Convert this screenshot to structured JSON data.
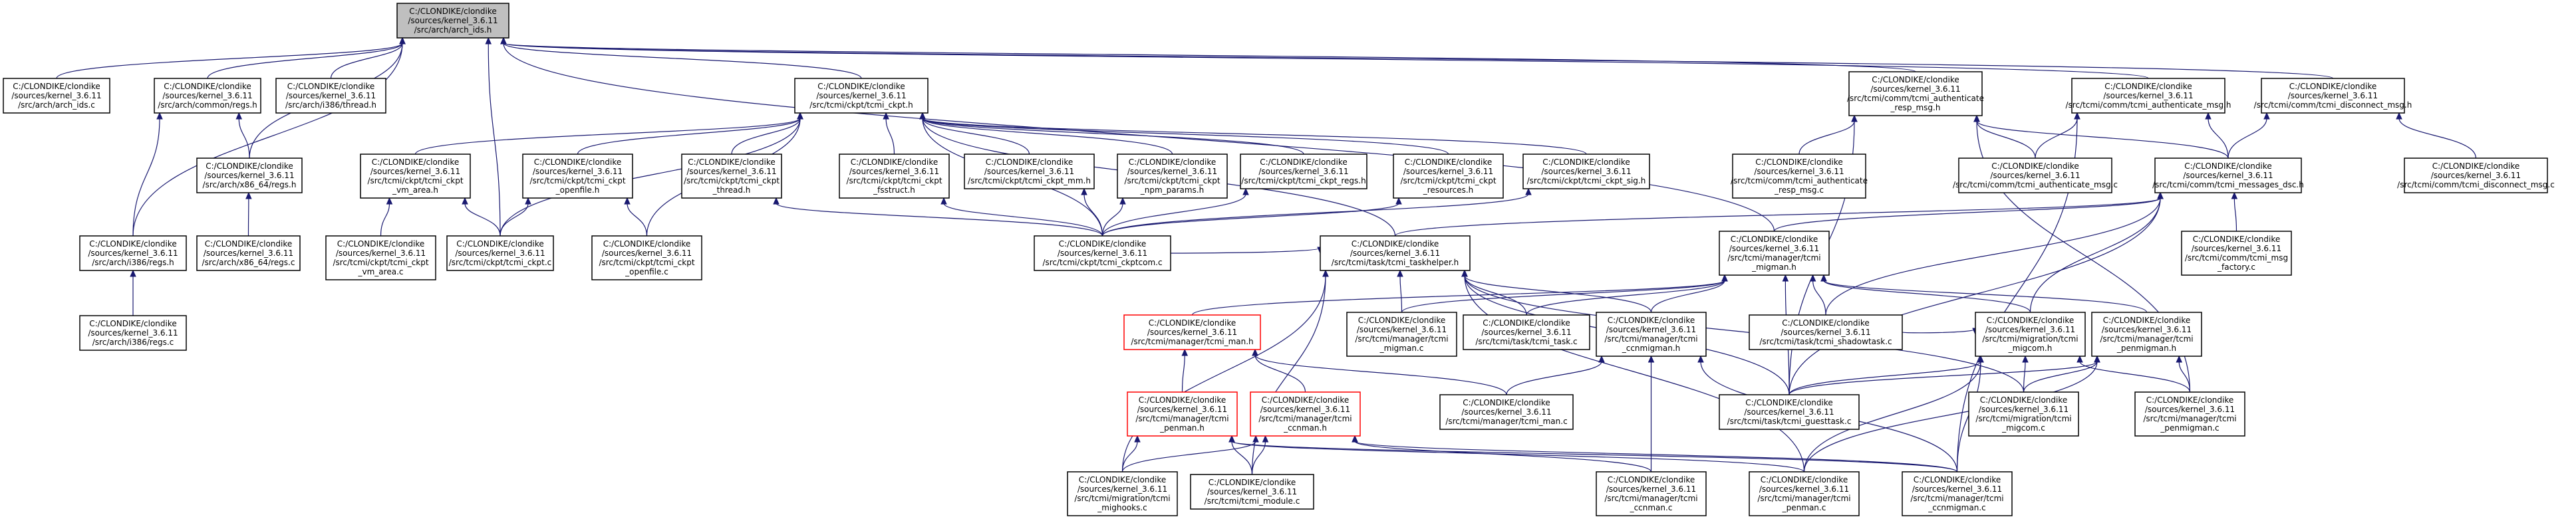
{
  "diagram": {
    "type": "include-dependency-graph",
    "colors": {
      "edge": "#191970",
      "root_fill": "#bfbfbf",
      "node_border": "#000000",
      "highlight_border": "#ff0000"
    },
    "nodes": [
      {
        "id": "arch_ids_h",
        "lines": [
          "C:/CLONDIKE/clondike",
          "/sources/kernel_3.6.11",
          "/src/arch/arch_ids.h"
        ],
        "root": true
      },
      {
        "id": "arch_ids_c",
        "lines": [
          "C:/CLONDIKE/clondike",
          "/sources/kernel_3.6.11",
          "/src/arch/arch_ids.c"
        ]
      },
      {
        "id": "common_regs_h",
        "lines": [
          "C:/CLONDIKE/clondike",
          "/sources/kernel_3.6.11",
          "/src/arch/common/regs.h"
        ]
      },
      {
        "id": "i386_thread_h",
        "lines": [
          "C:/CLONDIKE/clondike",
          "/sources/kernel_3.6.11",
          "/src/arch/i386/thread.h"
        ]
      },
      {
        "id": "tcmi_ckpt_h",
        "lines": [
          "C:/CLONDIKE/clondike",
          "/sources/kernel_3.6.11",
          "/src/tcmi/ckpt/tcmi_ckpt.h"
        ]
      },
      {
        "id": "auth_resp_h",
        "lines": [
          "C:/CLONDIKE/clondike",
          "/sources/kernel_3.6.11",
          "/src/tcmi/comm/tcmi_authenticate",
          "_resp_msg.h"
        ]
      },
      {
        "id": "auth_msg_h",
        "lines": [
          "C:/CLONDIKE/clondike",
          "/sources/kernel_3.6.11",
          "/src/tcmi/comm/tcmi_authenticate_msg.h"
        ]
      },
      {
        "id": "disconnect_h",
        "lines": [
          "C:/CLONDIKE/clondike",
          "/sources/kernel_3.6.11",
          "/src/tcmi/comm/tcmi_disconnect_msg.h"
        ]
      },
      {
        "id": "x86_64_regs_h",
        "lines": [
          "C:/CLONDIKE/clondike",
          "/sources/kernel_3.6.11",
          "/src/arch/x86_64/regs.h"
        ]
      },
      {
        "id": "vm_area_h",
        "lines": [
          "C:/CLONDIKE/clondike",
          "/sources/kernel_3.6.11",
          "/src/tcmi/ckpt/tcmi_ckpt",
          "_vm_area.h"
        ]
      },
      {
        "id": "openfile_h",
        "lines": [
          "C:/CLONDIKE/clondike",
          "/sources/kernel_3.6.11",
          "/src/tcmi/ckpt/tcmi_ckpt",
          "_openfile.h"
        ]
      },
      {
        "id": "ckpt_thread_h",
        "lines": [
          "C:/CLONDIKE/clondike",
          "/sources/kernel_3.6.11",
          "/src/tcmi/ckpt/tcmi_ckpt",
          "_thread.h"
        ]
      },
      {
        "id": "fsstruct_h",
        "lines": [
          "C:/CLONDIKE/clondike",
          "/sources/kernel_3.6.11",
          "/src/tcmi/ckpt/tcmi_ckpt",
          "_fsstruct.h"
        ]
      },
      {
        "id": "ckpt_mm_h",
        "lines": [
          "C:/CLONDIKE/clondike",
          "/sources/kernel_3.6.11",
          "/src/tcmi/ckpt/tcmi_ckpt_mm.h"
        ]
      },
      {
        "id": "npm_params_h",
        "lines": [
          "C:/CLONDIKE/clondike",
          "/sources/kernel_3.6.11",
          "/src/tcmi/ckpt/tcmi_ckpt",
          "_npm_params.h"
        ]
      },
      {
        "id": "ckpt_regs_h",
        "lines": [
          "C:/CLONDIKE/clondike",
          "/sources/kernel_3.6.11",
          "/src/tcmi/ckpt/tcmi_ckpt_regs.h"
        ]
      },
      {
        "id": "resources_h",
        "lines": [
          "C:/CLONDIKE/clondike",
          "/sources/kernel_3.6.11",
          "/src/tcmi/ckpt/tcmi_ckpt",
          "_resources.h"
        ]
      },
      {
        "id": "ckpt_sig_h",
        "lines": [
          "C:/CLONDIKE/clondike",
          "/sources/kernel_3.6.11",
          "/src/tcmi/ckpt/tcmi_ckpt_sig.h"
        ]
      },
      {
        "id": "auth_resp_c",
        "lines": [
          "C:/CLONDIKE/clondike",
          "/sources/kernel_3.6.11",
          "/src/tcmi/comm/tcmi_authenticate",
          "_resp_msg.c"
        ]
      },
      {
        "id": "auth_msg_c",
        "lines": [
          "C:/CLONDIKE/clondike",
          "/sources/kernel_3.6.11",
          "/src/tcmi/comm/tcmi_authenticate_msg.c"
        ]
      },
      {
        "id": "messages_dsc_h",
        "lines": [
          "C:/CLONDIKE/clondike",
          "/sources/kernel_3.6.11",
          "/src/tcmi/comm/tcmi_messages_dsc.h"
        ]
      },
      {
        "id": "disconnect_c",
        "lines": [
          "C:/CLONDIKE/clondike",
          "/sources/kernel_3.6.11",
          "/src/tcmi/comm/tcmi_disconnect_msg.c"
        ]
      },
      {
        "id": "i386_regs_h",
        "lines": [
          "C:/CLONDIKE/clondike",
          "/sources/kernel_3.6.11",
          "/src/arch/i386/regs.h"
        ]
      },
      {
        "id": "x86_64_regs_c",
        "lines": [
          "C:/CLONDIKE/clondike",
          "/sources/kernel_3.6.11",
          "/src/arch/x86_64/regs.c"
        ]
      },
      {
        "id": "vm_area_c",
        "lines": [
          "C:/CLONDIKE/clondike",
          "/sources/kernel_3.6.11",
          "/src/tcmi/ckpt/tcmi_ckpt",
          "_vm_area.c"
        ]
      },
      {
        "id": "tcmi_ckpt_c",
        "lines": [
          "C:/CLONDIKE/clondike",
          "/sources/kernel_3.6.11",
          "/src/tcmi/ckpt/tcmi_ckpt.c"
        ]
      },
      {
        "id": "openfile_c",
        "lines": [
          "C:/CLONDIKE/clondike",
          "/sources/kernel_3.6.11",
          "/src/tcmi/ckpt/tcmi_ckpt",
          "_openfile.c"
        ]
      },
      {
        "id": "ckptcom_c",
        "lines": [
          "C:/CLONDIKE/clondike",
          "/sources/kernel_3.6.11",
          "/src/tcmi/ckpt/tcmi_ckptcom.c"
        ]
      },
      {
        "id": "taskhelper_h",
        "lines": [
          "C:/CLONDIKE/clondike",
          "/sources/kernel_3.6.11",
          "/src/tcmi/task/tcmi_taskhelper.h"
        ]
      },
      {
        "id": "migman_h",
        "lines": [
          "C:/CLONDIKE/clondike",
          "/sources/kernel_3.6.11",
          "/src/tcmi/manager/tcmi",
          "_migman.h"
        ]
      },
      {
        "id": "msg_factory_c",
        "lines": [
          "C:/CLONDIKE/clondike",
          "/sources/kernel_3.6.11",
          "/src/tcmi/comm/tcmi_msg",
          "_factory.c"
        ]
      },
      {
        "id": "i386_regs_c",
        "lines": [
          "C:/CLONDIKE/clondike",
          "/sources/kernel_3.6.11",
          "/src/arch/i386/regs.c"
        ]
      },
      {
        "id": "man_h",
        "lines": [
          "C:/CLONDIKE/clondike",
          "/sources/kernel_3.6.11",
          "/src/tcmi/manager/tcmi_man.h"
        ],
        "red": true
      },
      {
        "id": "migman_c",
        "lines": [
          "C:/CLONDIKE/clondike",
          "/sources/kernel_3.6.11",
          "/src/tcmi/manager/tcmi",
          "_migman.c"
        ]
      },
      {
        "id": "task_c",
        "lines": [
          "C:/CLONDIKE/clondike",
          "/sources/kernel_3.6.11",
          "/src/tcmi/task/tcmi_task.c"
        ]
      },
      {
        "id": "ccnmigman_h",
        "lines": [
          "C:/CLONDIKE/clondike",
          "/sources/kernel_3.6.11",
          "/src/tcmi/manager/tcmi",
          "_ccnmigman.h"
        ]
      },
      {
        "id": "shadowtask_c",
        "lines": [
          "C:/CLONDIKE/clondike",
          "/sources/kernel_3.6.11",
          "/src/tcmi/task/tcmi_shadowtask.c"
        ]
      },
      {
        "id": "migcom_h",
        "lines": [
          "C:/CLONDIKE/clondike",
          "/sources/kernel_3.6.11",
          "/src/tcmi/migration/tcmi",
          "_migcom.h"
        ]
      },
      {
        "id": "penmigman_h",
        "lines": [
          "C:/CLONDIKE/clondike",
          "/sources/kernel_3.6.11",
          "/src/tcmi/manager/tcmi",
          "_penmigman.h"
        ]
      },
      {
        "id": "penman_h",
        "lines": [
          "C:/CLONDIKE/clondike",
          "/sources/kernel_3.6.11",
          "/src/tcmi/manager/tcmi",
          "_penman.h"
        ],
        "red": true
      },
      {
        "id": "ccnman_h",
        "lines": [
          "C:/CLONDIKE/clondike",
          "/sources/kernel_3.6.11",
          "/src/tcmi/manager/tcmi",
          "_ccnman.h"
        ],
        "red": true
      },
      {
        "id": "man_c",
        "lines": [
          "C:/CLONDIKE/clondike",
          "/sources/kernel_3.6.11",
          "/src/tcmi/manager/tcmi_man.c"
        ]
      },
      {
        "id": "guesttask_c",
        "lines": [
          "C:/CLONDIKE/clondike",
          "/sources/kernel_3.6.11",
          "/src/tcmi/task/tcmi_guesttask.c"
        ]
      },
      {
        "id": "migcom_c",
        "lines": [
          "C:/CLONDIKE/clondike",
          "/sources/kernel_3.6.11",
          "/src/tcmi/migration/tcmi",
          "_migcom.c"
        ]
      },
      {
        "id": "penmigman_c",
        "lines": [
          "C:/CLONDIKE/clondike",
          "/sources/kernel_3.6.11",
          "/src/tcmi/manager/tcmi",
          "_penmigman.c"
        ]
      },
      {
        "id": "mighooks_c",
        "lines": [
          "C:/CLONDIKE/clondike",
          "/sources/kernel_3.6.11",
          "/src/tcmi/migration/tcmi",
          "_mighooks.c"
        ]
      },
      {
        "id": "module_c",
        "lines": [
          "C:/CLONDIKE/clondike",
          "/sources/kernel_3.6.11",
          "/src/tcmi/tcmi_module.c"
        ]
      },
      {
        "id": "ccnman_c",
        "lines": [
          "C:/CLONDIKE/clondike",
          "/sources/kernel_3.6.11",
          "/src/tcmi/manager/tcmi",
          "_ccnman.c"
        ]
      },
      {
        "id": "penman_c",
        "lines": [
          "C:/CLONDIKE/clondike",
          "/sources/kernel_3.6.11",
          "/src/tcmi/manager/tcmi",
          "_penman.c"
        ]
      },
      {
        "id": "ccnmigman_c",
        "lines": [
          "C:/CLONDIKE/clondike",
          "/sources/kernel_3.6.11",
          "/src/tcmi/manager/tcmi",
          "_ccnmigman.c"
        ]
      }
    ],
    "edges": [
      [
        "arch_ids_c",
        "arch_ids_h"
      ],
      [
        "common_regs_h",
        "arch_ids_h"
      ],
      [
        "i386_thread_h",
        "arch_ids_h"
      ],
      [
        "tcmi_ckpt_h",
        "arch_ids_h"
      ],
      [
        "auth_resp_h",
        "arch_ids_h"
      ],
      [
        "auth_msg_h",
        "arch_ids_h"
      ],
      [
        "disconnect_h",
        "arch_ids_h"
      ],
      [
        "x86_64_regs_h",
        "arch_ids_h"
      ],
      [
        "i386_regs_h",
        "arch_ids_h"
      ],
      [
        "tcmi_ckpt_c",
        "arch_ids_h"
      ],
      [
        "migman_h",
        "arch_ids_h"
      ],
      [
        "x86_64_regs_h",
        "common_regs_h"
      ],
      [
        "i386_regs_h",
        "common_regs_h"
      ],
      [
        "x86_64_regs_c",
        "x86_64_regs_h"
      ],
      [
        "i386_regs_c",
        "i386_regs_h"
      ],
      [
        "vm_area_h",
        "tcmi_ckpt_h"
      ],
      [
        "openfile_h",
        "tcmi_ckpt_h"
      ],
      [
        "ckpt_thread_h",
        "tcmi_ckpt_h"
      ],
      [
        "fsstruct_h",
        "tcmi_ckpt_h"
      ],
      [
        "ckpt_mm_h",
        "tcmi_ckpt_h"
      ],
      [
        "npm_params_h",
        "tcmi_ckpt_h"
      ],
      [
        "ckpt_regs_h",
        "tcmi_ckpt_h"
      ],
      [
        "resources_h",
        "tcmi_ckpt_h"
      ],
      [
        "ckpt_sig_h",
        "tcmi_ckpt_h"
      ],
      [
        "tcmi_ckpt_c",
        "tcmi_ckpt_h"
      ],
      [
        "openfile_c",
        "tcmi_ckpt_h"
      ],
      [
        "ckptcom_c",
        "tcmi_ckpt_h"
      ],
      [
        "taskhelper_h",
        "tcmi_ckpt_h"
      ],
      [
        "vm_area_c",
        "vm_area_h"
      ],
      [
        "tcmi_ckpt_c",
        "vm_area_h"
      ],
      [
        "tcmi_ckpt_c",
        "openfile_h"
      ],
      [
        "openfile_c",
        "openfile_h"
      ],
      [
        "ckptcom_c",
        "ckpt_thread_h"
      ],
      [
        "ckptcom_c",
        "fsstruct_h"
      ],
      [
        "ckptcom_c",
        "ckpt_mm_h"
      ],
      [
        "ckptcom_c",
        "npm_params_h"
      ],
      [
        "ckptcom_c",
        "ckpt_regs_h"
      ],
      [
        "ckptcom_c",
        "resources_h"
      ],
      [
        "ckptcom_c",
        "ckpt_sig_h"
      ],
      [
        "auth_resp_c",
        "auth_resp_h"
      ],
      [
        "auth_msg_c",
        "auth_resp_h"
      ],
      [
        "messages_dsc_h",
        "auth_resp_h"
      ],
      [
        "penmigman_c",
        "auth_resp_h"
      ],
      [
        "guesttask_c",
        "auth_resp_h"
      ],
      [
        "auth_msg_c",
        "auth_msg_h"
      ],
      [
        "messages_dsc_h",
        "auth_msg_h"
      ],
      [
        "ccnmigman_c",
        "auth_msg_h"
      ],
      [
        "disconnect_c",
        "disconnect_h"
      ],
      [
        "messages_dsc_h",
        "disconnect_h"
      ],
      [
        "msg_factory_c",
        "messages_dsc_h"
      ],
      [
        "migman_h",
        "messages_dsc_h"
      ],
      [
        "taskhelper_h",
        "messages_dsc_h"
      ],
      [
        "shadowtask_c",
        "messages_dsc_h"
      ],
      [
        "guesttask_c",
        "messages_dsc_h"
      ],
      [
        "migcom_h",
        "messages_dsc_h"
      ],
      [
        "ckptcom_c",
        "taskhelper_h"
      ],
      [
        "migman_c",
        "taskhelper_h"
      ],
      [
        "task_c",
        "taskhelper_h"
      ],
      [
        "ccnmigman_h",
        "taskhelper_h"
      ],
      [
        "guesttask_c",
        "taskhelper_h"
      ],
      [
        "migcom_c",
        "taskhelper_h"
      ],
      [
        "mighooks_c",
        "taskhelper_h"
      ],
      [
        "module_c",
        "taskhelper_h"
      ],
      [
        "penman_c",
        "taskhelper_h"
      ],
      [
        "man_h",
        "migman_h"
      ],
      [
        "migman_c",
        "migman_h"
      ],
      [
        "task_c",
        "migman_h"
      ],
      [
        "ccnmigman_h",
        "migman_h"
      ],
      [
        "shadowtask_c",
        "migman_h"
      ],
      [
        "migcom_h",
        "migman_h"
      ],
      [
        "penmigman_h",
        "migman_h"
      ],
      [
        "guesttask_c",
        "migman_h"
      ],
      [
        "penman_h",
        "man_h"
      ],
      [
        "ccnman_h",
        "man_h"
      ],
      [
        "man_c",
        "man_h"
      ],
      [
        "ccnman_c",
        "ccnmigman_h"
      ],
      [
        "ccnmigman_c",
        "ccnmigman_h"
      ],
      [
        "man_c",
        "ccnmigman_h"
      ],
      [
        "guesttask_c",
        "migcom_h"
      ],
      [
        "migcom_c",
        "migcom_h"
      ],
      [
        "penmigman_c",
        "migcom_h"
      ],
      [
        "ccnmigman_c",
        "migcom_h"
      ],
      [
        "penman_c",
        "migcom_h"
      ],
      [
        "shadowtask_c",
        "migcom_h"
      ],
      [
        "migcom_c",
        "penmigman_h"
      ],
      [
        "penmigman_c",
        "penmigman_h"
      ],
      [
        "guesttask_c",
        "penmigman_h"
      ],
      [
        "penman_c",
        "penmigman_h"
      ],
      [
        "mighooks_c",
        "penman_h"
      ],
      [
        "module_c",
        "penman_h"
      ],
      [
        "penman_c",
        "penman_h"
      ],
      [
        "ccnmigman_c",
        "penman_h"
      ],
      [
        "module_c",
        "ccnman_h"
      ],
      [
        "mighooks_c",
        "ccnman_h"
      ],
      [
        "ccnman_c",
        "ccnman_h"
      ],
      [
        "ccnmigman_c",
        "ccnman_h"
      ]
    ]
  }
}
